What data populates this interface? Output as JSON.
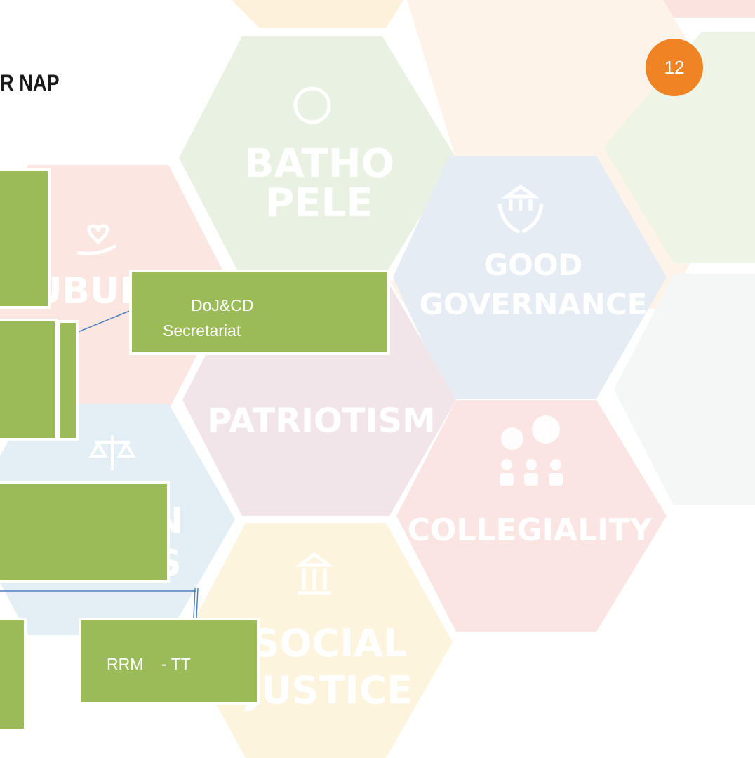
{
  "slide": {
    "title": "R NAP",
    "page_number": "12"
  },
  "background_values": [
    "BATHO",
    "PELE",
    "UBUN",
    "GOOD",
    "GOVERNANCE",
    "PATRIOTISM",
    "COLLEGIALITY",
    "SOCIAL",
    "JUSTICE",
    "N",
    "S"
  ],
  "org_chart": {
    "secretariat": {
      "line1": "DoJ&CD",
      "line2": "Secretariat"
    },
    "task_team": {
      "label": "RRM    - TT"
    }
  },
  "colors": {
    "box_fill": "#9bbb59",
    "badge": "#f08324",
    "connector": "#4f81bd"
  }
}
